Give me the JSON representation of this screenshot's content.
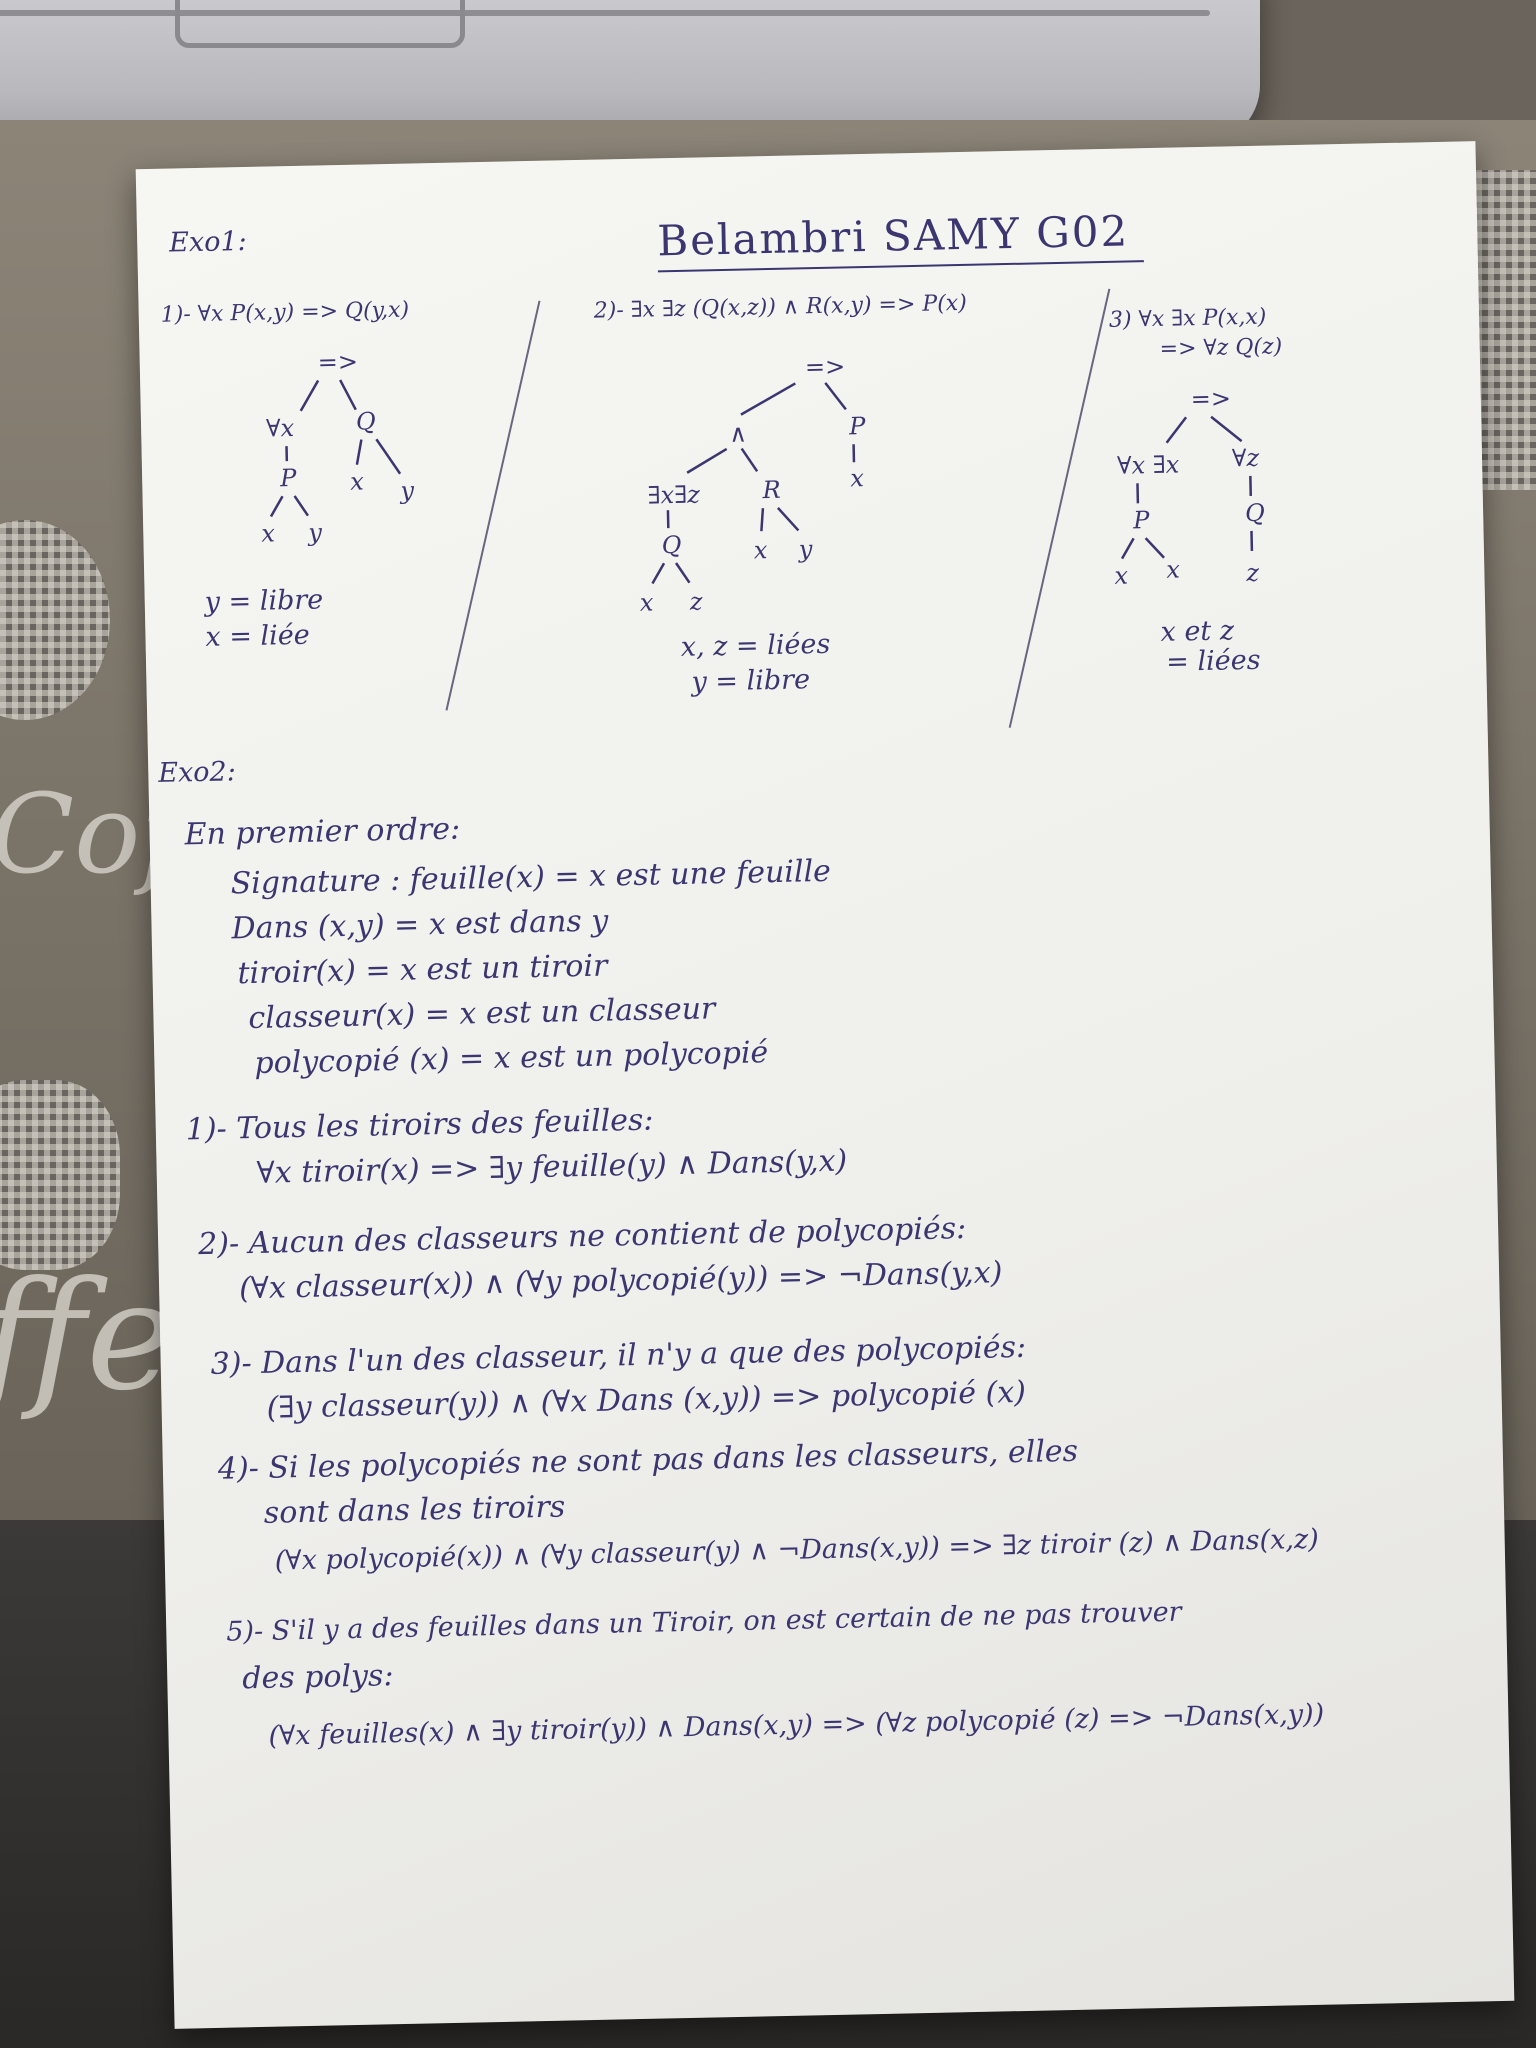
{
  "header": {
    "exercise_1_title": "Exo1:",
    "author": "Belambri SAMY G02"
  },
  "exo1": {
    "q1": {
      "formula": "1)- ∀x P(x,y) => Q(y,x)",
      "tree": {
        "root": "=>",
        "left": "∀x",
        "left_child": "P",
        "p_args": [
          "x",
          "y"
        ],
        "right": "Q",
        "q_args": [
          "x",
          "y"
        ]
      },
      "free": "y = libre",
      "bound": "x = liée"
    },
    "q2": {
      "formula": "2)- ∃x ∃z (Q(x,z)) ∧ R(x,y) => P(x)",
      "tree": {
        "root": "=>",
        "and": "∧",
        "right": "P",
        "right_arg": "x",
        "quant": "∃x∃z",
        "q": "Q",
        "q_args": [
          "x",
          "z"
        ],
        "r": "R",
        "r_args": [
          "x",
          "y"
        ]
      },
      "bound": "x, z = liées",
      "free": "y = libre"
    },
    "q3": {
      "formula_line1": "3) ∀x ∃x P(x,x)",
      "formula_line2": "=> ∀z Q(z)",
      "tree": {
        "root": "=>",
        "left": "∀x ∃x",
        "p": "P",
        "p_args": [
          "x",
          "x"
        ],
        "right": "∀z",
        "q": "Q",
        "q_arg": "z"
      },
      "bound_line1": "x et z",
      "bound_line2": "= liées"
    }
  },
  "exo2": {
    "title": "Exo2:",
    "intro": "En premier ordre:",
    "signature": [
      "Signature : feuille(x) = x est une feuille",
      "Dans (x,y) = x est dans y",
      "tiroir(x) = x est un tiroir",
      "classeur(x) = x est un classeur",
      "polycopié (x) = x est un polycopié"
    ],
    "items": [
      {
        "statement": "1)- Tous les tiroirs des feuilles:",
        "formulas": [
          "∀x tiroir(x) => ∃y feuille(y) ∧ Dans(y,x)"
        ]
      },
      {
        "statement": "2)- Aucun des classeurs ne contient de polycopiés:",
        "formulas": [
          "(∀x classeur(x)) ∧ (∀y polycopié(y)) => ¬Dans(y,x)"
        ]
      },
      {
        "statement": "3)- Dans l'un des classeur, il n'y a que des polycopiés:",
        "formulas": [
          "(∃y classeur(y)) ∧ (∀x Dans (x,y)) => polycopié (x)"
        ]
      },
      {
        "statement": "4)- Si les polycopiés ne sont pas dans les classeurs, elles",
        "continuation": "sont dans les tiroirs",
        "formulas": [
          "(∀x polycopié(x)) ∧ (∀y classeur(y) ∧ ¬Dans(x,y)) => ∃z tiroir (z) ∧ Dans(x,z)"
        ]
      },
      {
        "statement": "5)- S'il y a des feuilles dans un Tiroir, on est certain de ne pas trouver",
        "continuation": "des polys:",
        "formulas": [
          "(∀x feuilles(x) ∧ ∃y tiroir(y)) ∧ Dans(x,y) => (∀z polycopié (z) => ¬Dans(x,y))"
        ]
      }
    ]
  }
}
